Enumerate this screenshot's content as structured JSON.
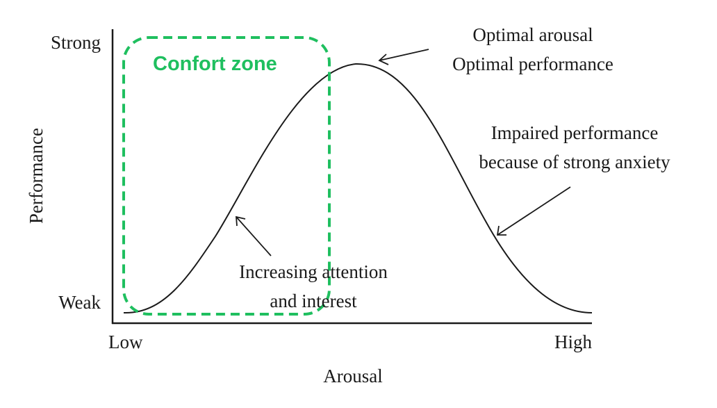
{
  "diagram": {
    "y_axis": {
      "label": "Performance",
      "top_label": "Strong",
      "bottom_label": "Weak"
    },
    "x_axis": {
      "label": "Arousal",
      "left_label": "Low",
      "right_label": "High"
    },
    "comfort_zone": {
      "label": "Confort zone",
      "color": "#1fbf5f"
    },
    "annotations": {
      "peak_line1": "Optimal arousal",
      "peak_line2": "Optimal performance",
      "impaired_line1": "Impaired performance",
      "impaired_line2": "because of strong anxiety",
      "rising_line1": "Increasing attention",
      "rising_line2": "and interest"
    },
    "colors": {
      "curve": "#1a1a1a",
      "axes": "#1a1a1a",
      "zone": "#1fbf5f"
    }
  }
}
